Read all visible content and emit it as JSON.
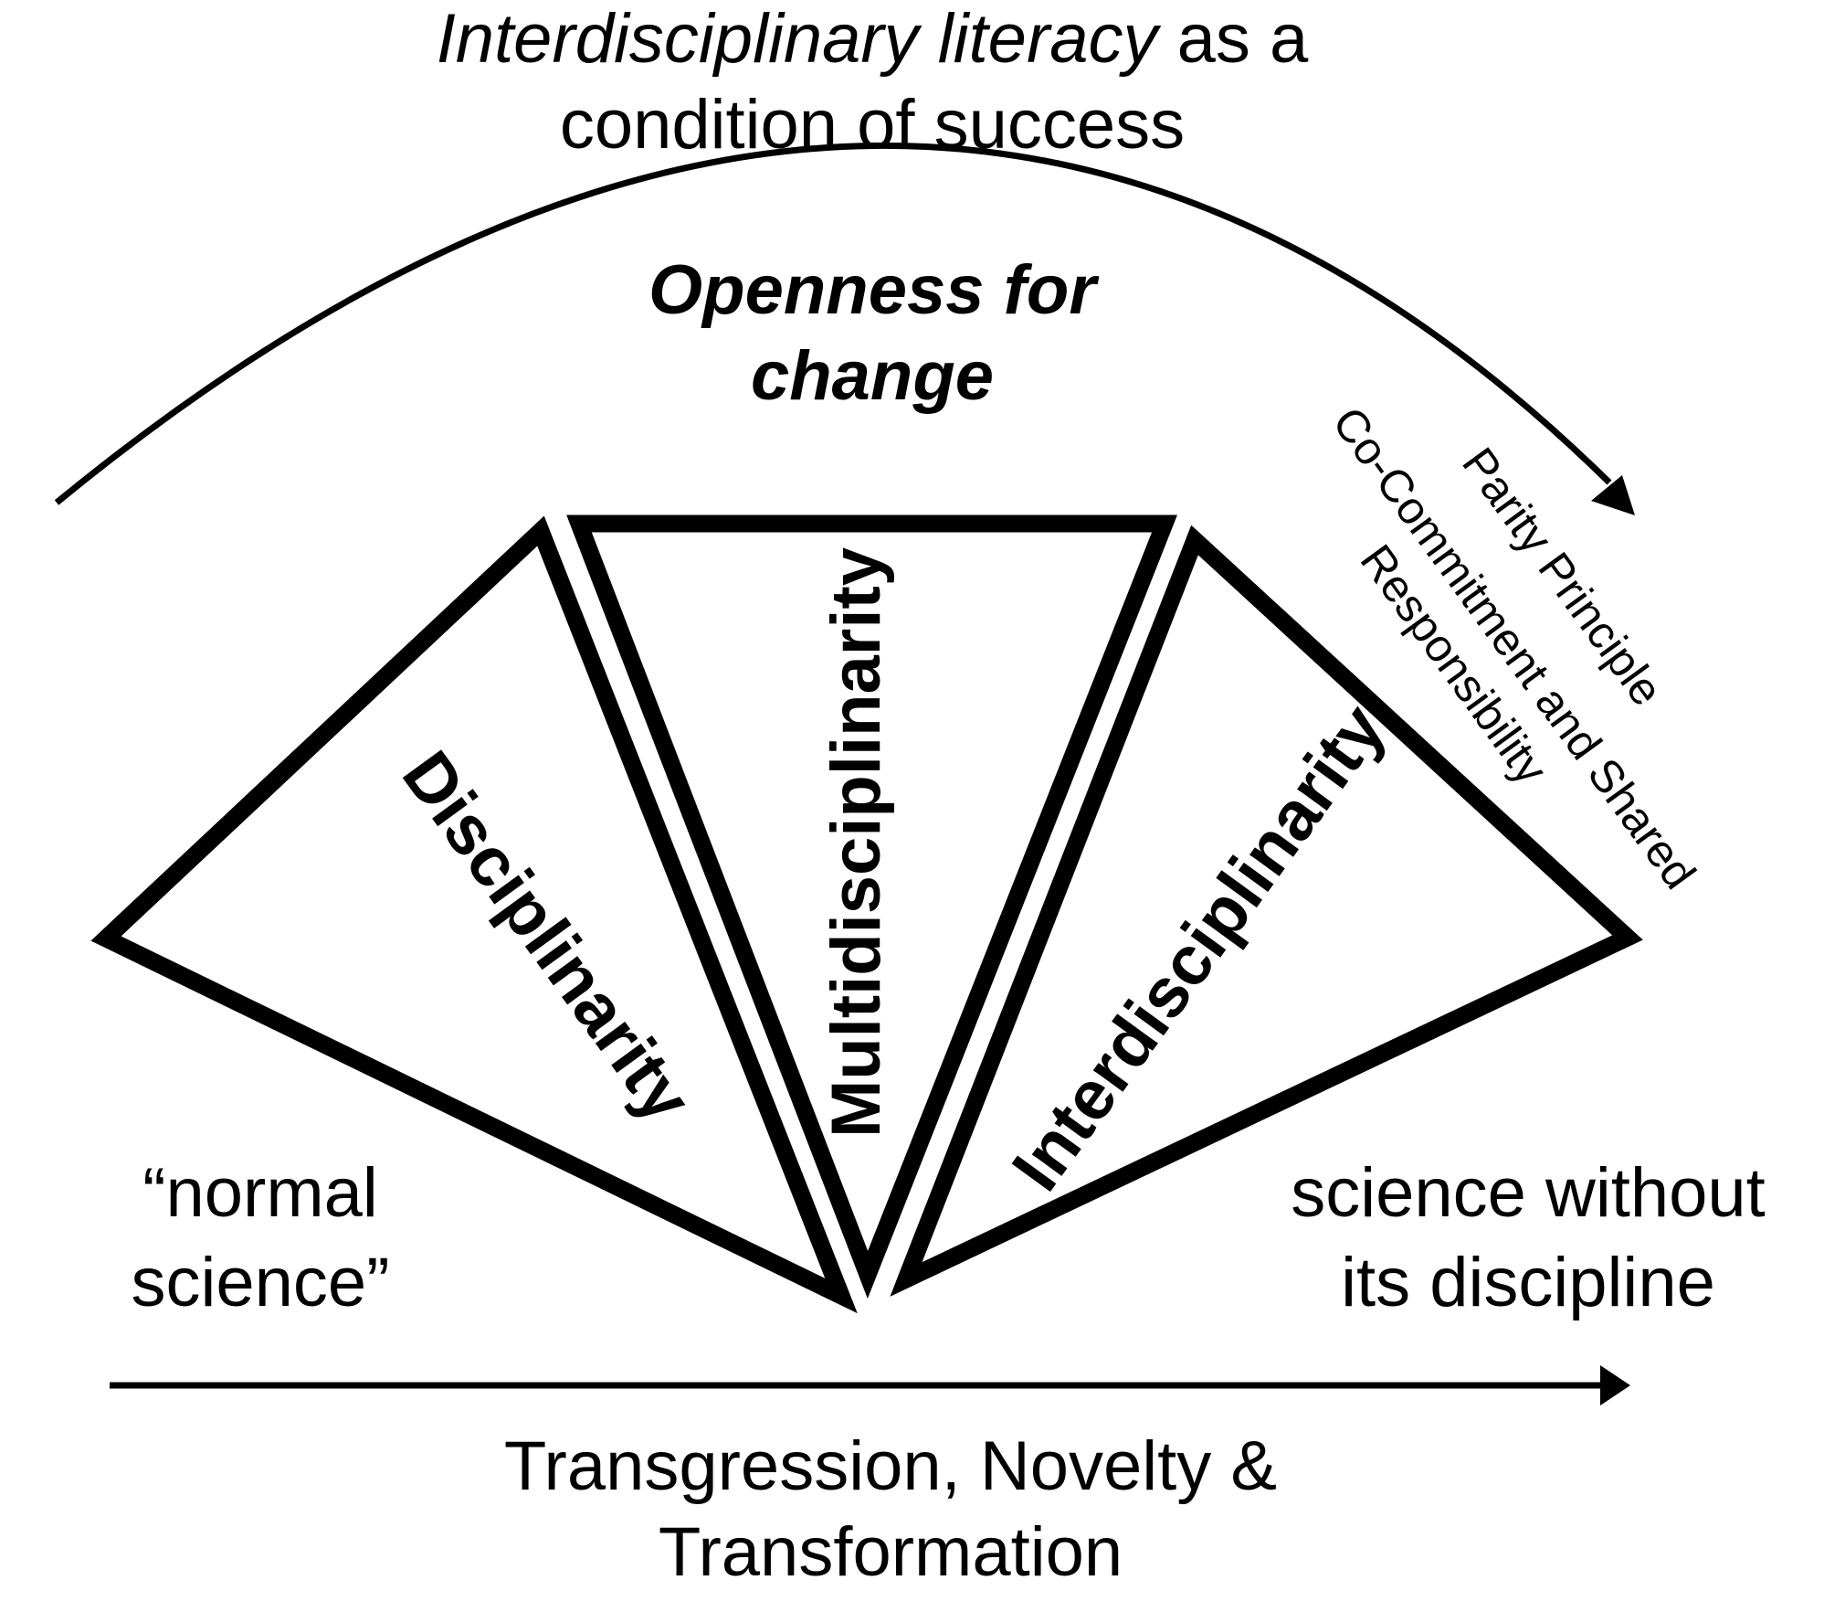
{
  "title": {
    "line1_italic": "Interdisciplinary literacy",
    "line1_rest": " as a",
    "line2": "condition of success"
  },
  "arc_label": {
    "line1": "Openness for",
    "line2": "change"
  },
  "principles": {
    "parity": "Parity Principle",
    "shared_line1": "Co-Commitment and Shared",
    "shared_line2": "Responsibility"
  },
  "triangles": {
    "disciplinarity": "Disciplinarity",
    "multidisciplinarity": "Multidisciplinarity",
    "interdisciplinarity": "Interdisciplinarity"
  },
  "left_label": {
    "line1": "“normal",
    "line2": "science”"
  },
  "right_label": {
    "line1": "science without",
    "line2": "its discipline"
  },
  "bottom_label": {
    "line1": "Transgression, Novelty &",
    "line2": "Transformation"
  }
}
